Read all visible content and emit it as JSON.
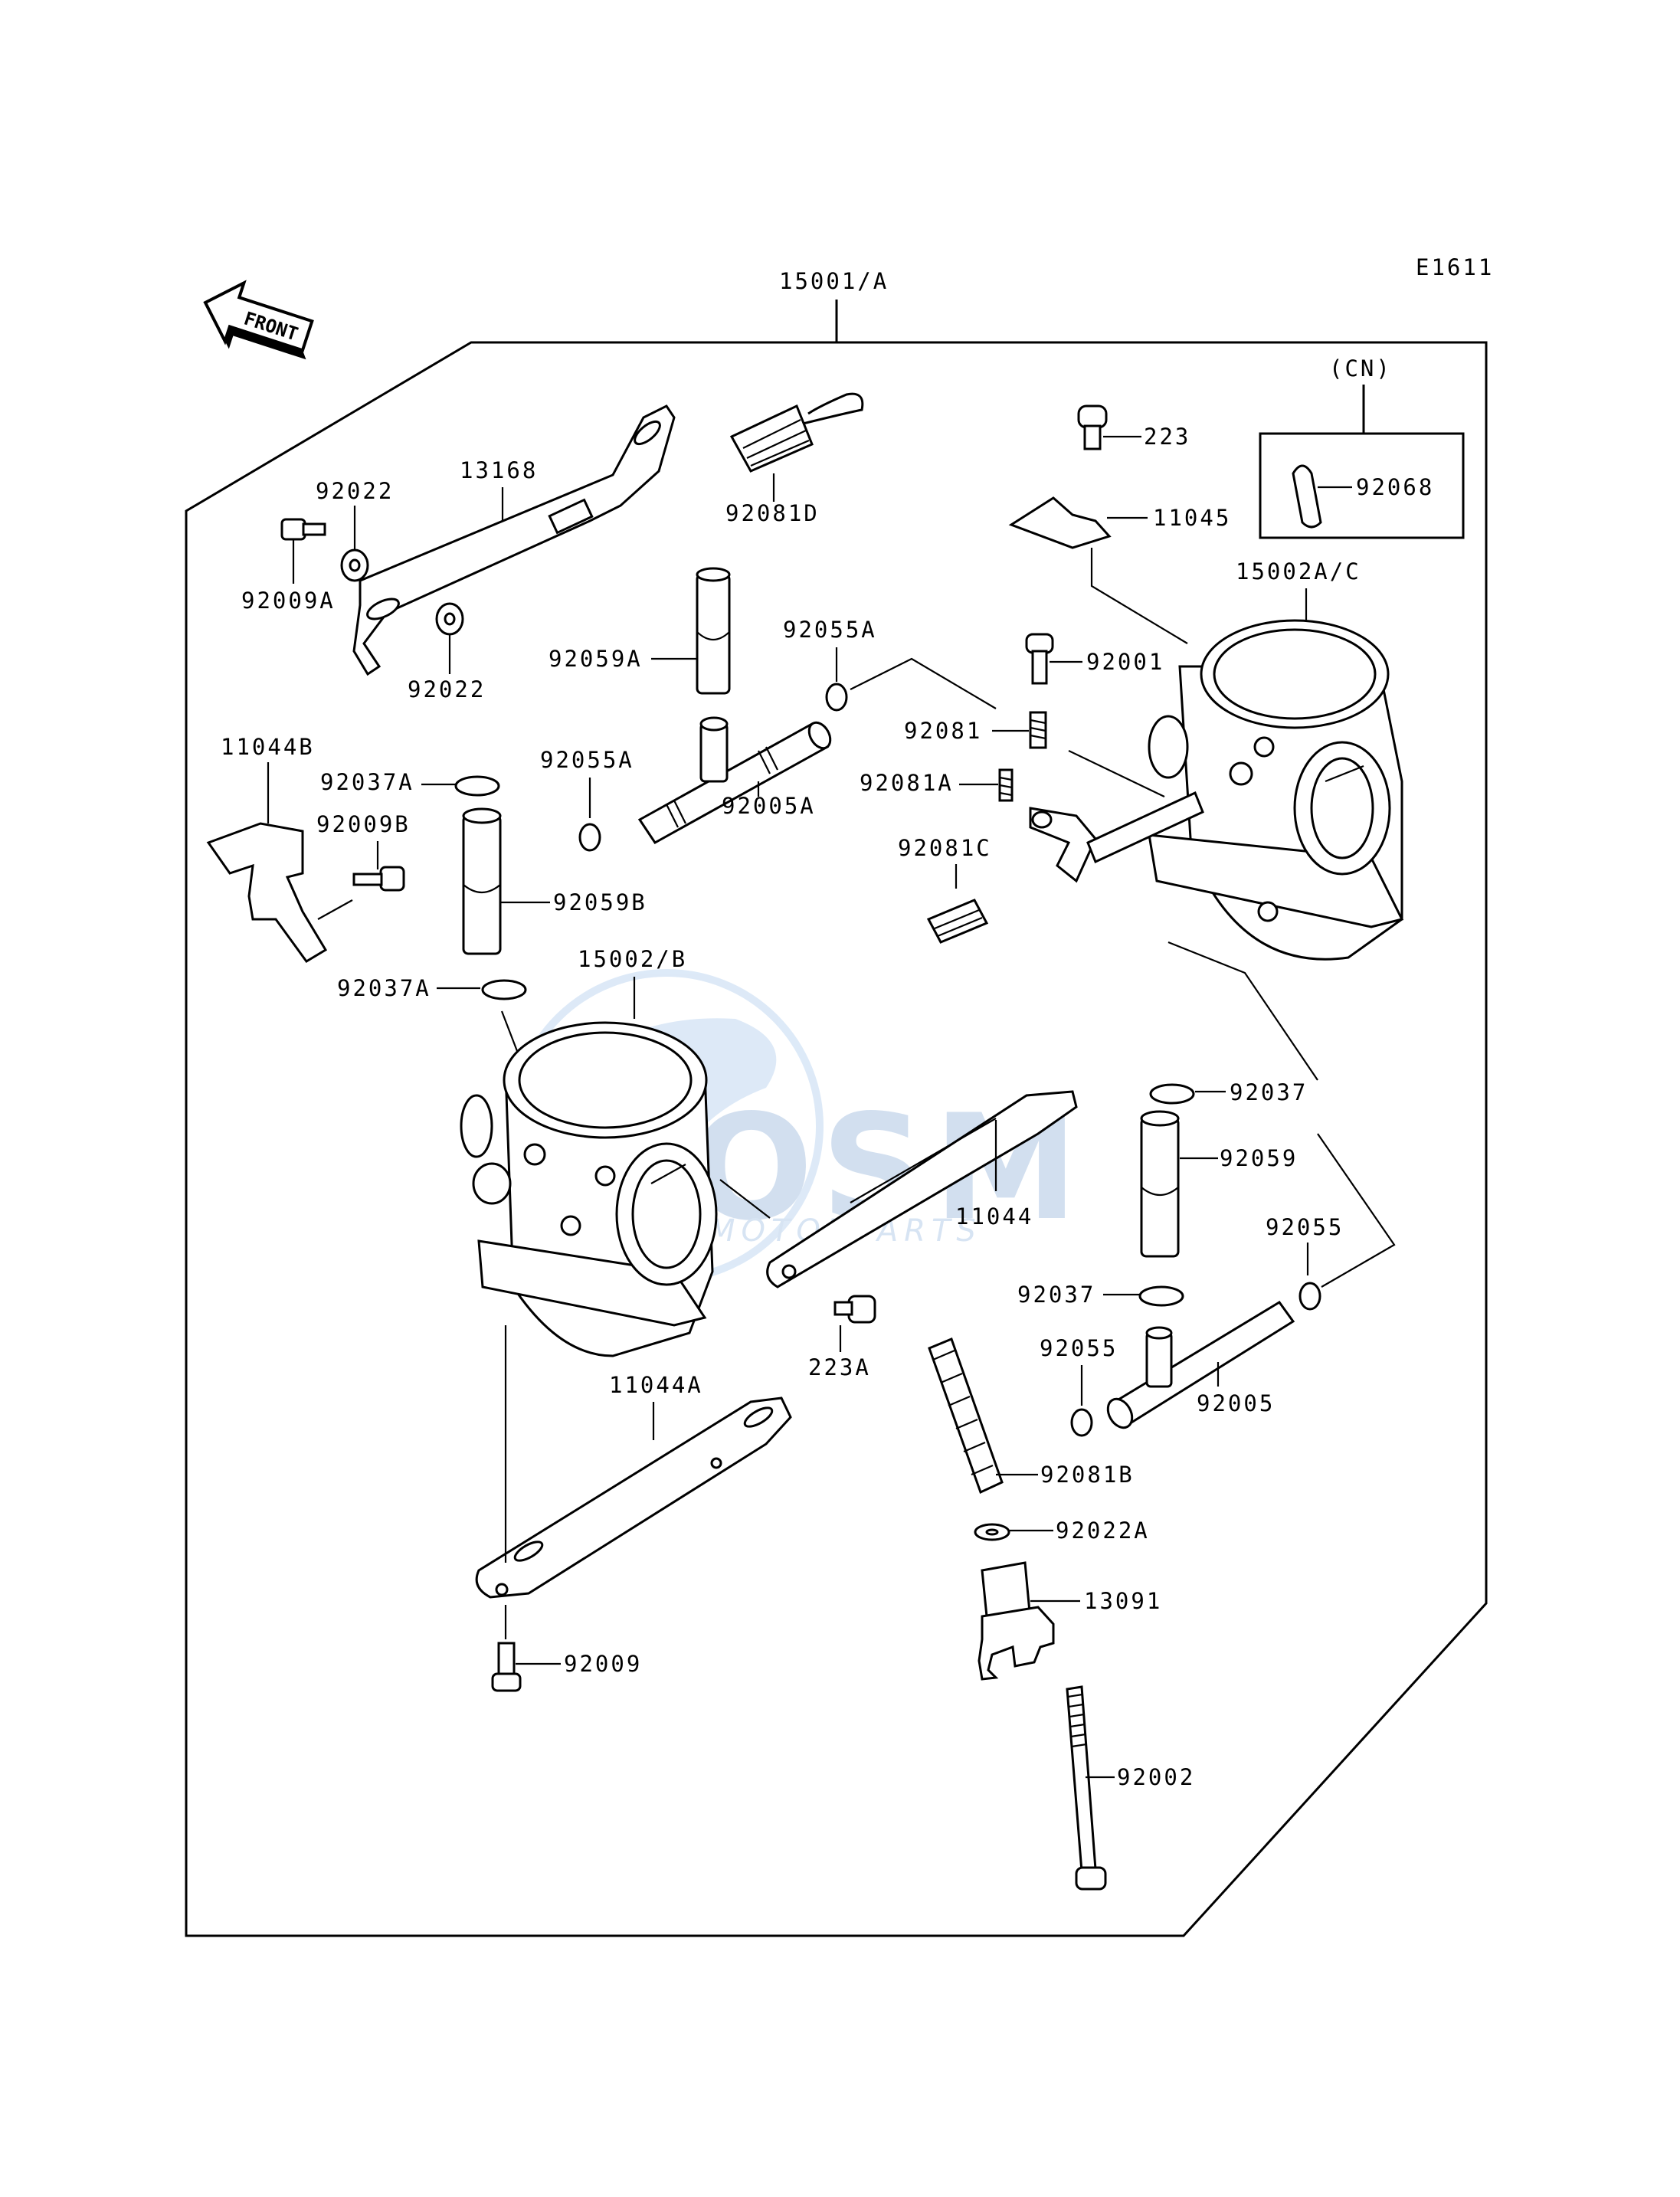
{
  "diagram": {
    "code": "E1611",
    "assembly_label": "15001/A",
    "front_label": "FRONT",
    "cn_label": "(CN)",
    "watermark": {
      "brand": "OSM",
      "sub": "MOTORPARTS"
    },
    "parts": [
      {
        "id": "92022-top",
        "label": "92022"
      },
      {
        "id": "13168",
        "label": "13168"
      },
      {
        "id": "92009A",
        "label": "92009A"
      },
      {
        "id": "92022-bottom",
        "label": "92022"
      },
      {
        "id": "92081D",
        "label": "92081D"
      },
      {
        "id": "92059A",
        "label": "92059A"
      },
      {
        "id": "92055A-top",
        "label": "92055A"
      },
      {
        "id": "92055A-left",
        "label": "92055A"
      },
      {
        "id": "92005A",
        "label": "92005A"
      },
      {
        "id": "223",
        "label": "223"
      },
      {
        "id": "11045",
        "label": "11045"
      },
      {
        "id": "92068",
        "label": "92068"
      },
      {
        "id": "15002A_C",
        "label": "15002A/C"
      },
      {
        "id": "92001",
        "label": "92001"
      },
      {
        "id": "92081",
        "label": "92081"
      },
      {
        "id": "92081A",
        "label": "92081A"
      },
      {
        "id": "92081C",
        "label": "92081C"
      },
      {
        "id": "11044B",
        "label": "11044B"
      },
      {
        "id": "92037A-top",
        "label": "92037A"
      },
      {
        "id": "92009B",
        "label": "92009B"
      },
      {
        "id": "92059B",
        "label": "92059B"
      },
      {
        "id": "15002_B",
        "label": "15002/B"
      },
      {
        "id": "92037A-mid",
        "label": "92037A"
      },
      {
        "id": "92037-top",
        "label": "92037"
      },
      {
        "id": "92059",
        "label": "92059"
      },
      {
        "id": "11044",
        "label": "11044"
      },
      {
        "id": "92055-right",
        "label": "92055"
      },
      {
        "id": "92037-bottom",
        "label": "92037"
      },
      {
        "id": "223A",
        "label": "223A"
      },
      {
        "id": "92055-mid",
        "label": "92055"
      },
      {
        "id": "92005",
        "label": "92005"
      },
      {
        "id": "11044A",
        "label": "11044A"
      },
      {
        "id": "92081B",
        "label": "92081B"
      },
      {
        "id": "92022A",
        "label": "92022A"
      },
      {
        "id": "13091",
        "label": "13091"
      },
      {
        "id": "92009",
        "label": "92009"
      },
      {
        "id": "92002",
        "label": "92002"
      }
    ]
  }
}
